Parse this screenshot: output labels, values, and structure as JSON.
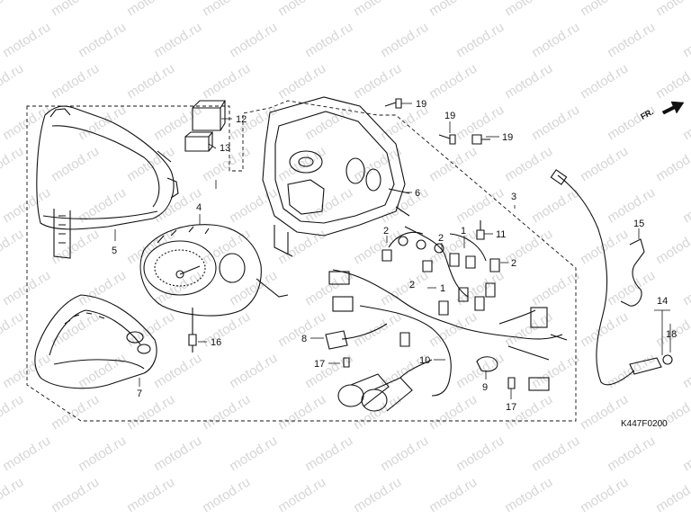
{
  "watermark": {
    "text": "motod.ru",
    "color": "#d6d6d6"
  },
  "diagram": {
    "code": "K447F0200",
    "front_indicator": "FR.",
    "line_color": "#111111",
    "callouts": {
      "c1a": "1",
      "c1b": "1",
      "c2a": "2",
      "c2b": "2",
      "c2c": "2",
      "c2d": "2",
      "c3": "3",
      "c4": "4",
      "c5": "5",
      "c6": "6",
      "c7": "7",
      "c8": "8",
      "c9": "9",
      "c10": "10",
      "c11": "11",
      "c12": "12",
      "c13": "13",
      "c14": "14",
      "c15": "15",
      "c16": "16",
      "c17a": "17",
      "c17b": "17",
      "c18": "18",
      "c19a": "19",
      "c19b": "19",
      "c19c": "19"
    }
  }
}
